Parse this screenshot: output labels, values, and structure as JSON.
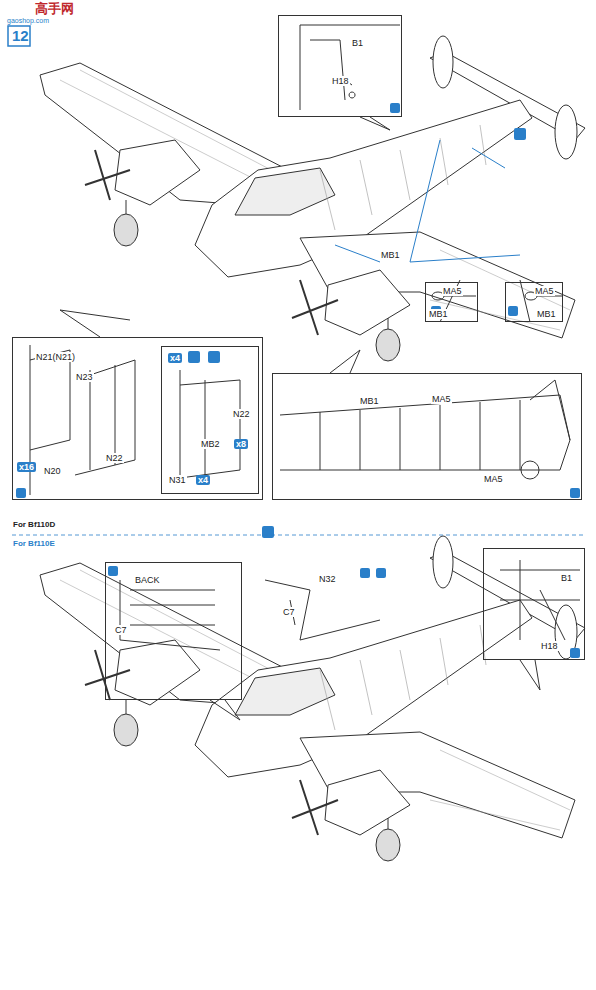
{
  "diagram": {
    "nodes": [
      {
        "text": [
          "B1",
          "H18"
        ]
      },
      {
        "text": [
          "MA5",
          "MB1"
        ]
      },
      {
        "text": [
          "MA5",
          "MB1"
        ]
      },
      {
        "text": [
          "N21(N21)",
          "N23",
          "x16",
          "N20",
          "N22"
        ]
      },
      {
        "text": [
          "x4",
          "N22",
          "MB2",
          "x8",
          "N31",
          "x4"
        ],
        "in": 3
      },
      {
        "text": [
          "MB1",
          "MA5",
          "MA5"
        ]
      },
      {
        "text": [
          "BACK",
          "C7"
        ]
      },
      {
        "text": [
          "B1",
          "H18"
        ]
      }
    ],
    "labels": [
      "高手网",
      "gaoshop.com",
      "12",
      "MB1",
      "For Bf110D",
      "For Bf110E",
      "N32",
      "C7"
    ]
  }
}
